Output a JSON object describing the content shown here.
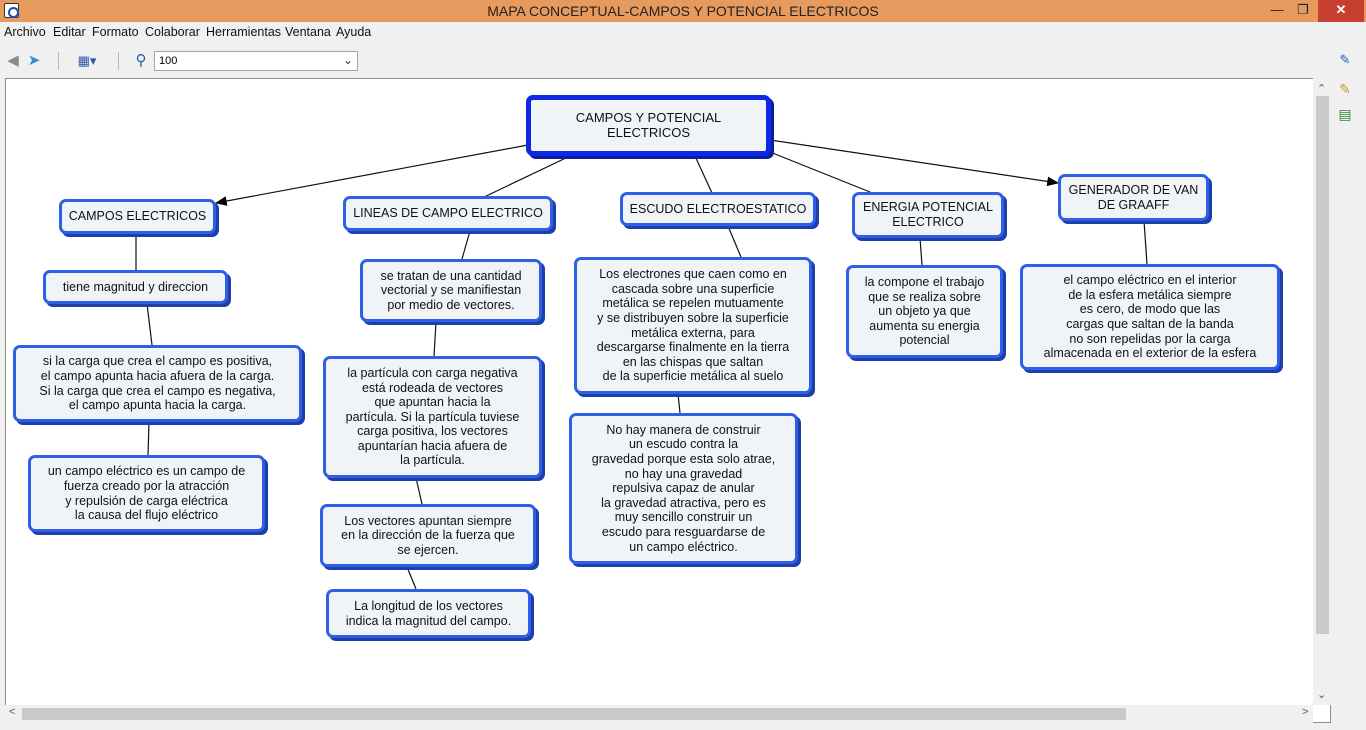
{
  "window": {
    "title": "MAPA CONCEPTUAL-CAMPOS Y POTENCIAL ELECTRICOS",
    "minimize": "―",
    "maximize": "❐",
    "close": "✕"
  },
  "menu": [
    "Archivo",
    "Editar",
    "Formato",
    "Colaborar",
    "Herramientas",
    "Ventana",
    "Ayuda"
  ],
  "toolbar": {
    "back_icon": "back-arrow-icon",
    "forward_icon": "forward-arrow-icon",
    "zoom_value": "100"
  },
  "colors": {
    "titlebar": "#e79a5e",
    "node_border": "#2f5fe6",
    "node_fill": "#f1f4f7",
    "root_border": "#0e28e6"
  },
  "map": {
    "root": "CAMPOS Y POTENCIAL ELECTRICOS",
    "campos_electricos": "CAMPOS ELECTRICOS",
    "lineas_campo": "LINEAS DE CAMPO ELECTRICO",
    "escudo": "ESCUDO ELECTROESTATICO",
    "energia": "ENERGIA POTENCIAL\nELECTRICO",
    "generador": "GENERADOR DE VAN\nDE GRAAFF",
    "magnitud": "tiene magnitud y direccion",
    "carga": "si la carga que crea el campo es positiva,\nel campo apunta hacia afuera de la carga.\nSi la carga que crea el campo es negativa,\nel campo apunta hacia la carga.",
    "definicion": "un campo eléctrico es un campo de\nfuerza creado por la atracción\ny repulsión de carga eléctrica\nla causa del flujo eléctrico",
    "vectores": "se tratan de una cantidad\nvectorial y se manifiestan\npor medio de vectores.",
    "particula": "la partícula con carga negativa\nestá rodeada de vectores\nque apuntan hacia la\npartícula. Si la partícula tuviese\ncarga positiva, los vectores\napuntarían hacia afuera de\nla partícula.",
    "direccion": "Los vectores apuntan siempre\nen la dirección de la fuerza que\nse ejercen.",
    "longitud": "La longitud de los vectores\nindica la magnitud del campo.",
    "electrones": "Los electrones que caen como en\ncascada sobre una superficie\nmetálica se repelen mutuamente\ny se distribuyen sobre la superficie\nmetálica externa, para\ndescargarse finalmente en la tierra\nen las chispas que saltan\nde la superficie metálica al suelo",
    "gravedad": "No hay manera de construir\nun escudo contra la\ngravedad porque esta solo atrae,\nno hay una gravedad\nrepulsiva capaz de anular\nla gravedad atractiva, pero es\nmuy sencillo construir un\nescudo para resguardarse de\nun campo eléctrico.",
    "trabajo": "la compone el trabajo\nque se realiza sobre\nun objeto ya que\naumenta su energia\npotencial",
    "esfera": "el campo eléctrico en el interior\nde la esfera metálica siempre\nes cero, de modo que las\ncargas que saltan de la banda\nno son repelidas por la carga\nalmacenada en el exterior de la esfera"
  }
}
